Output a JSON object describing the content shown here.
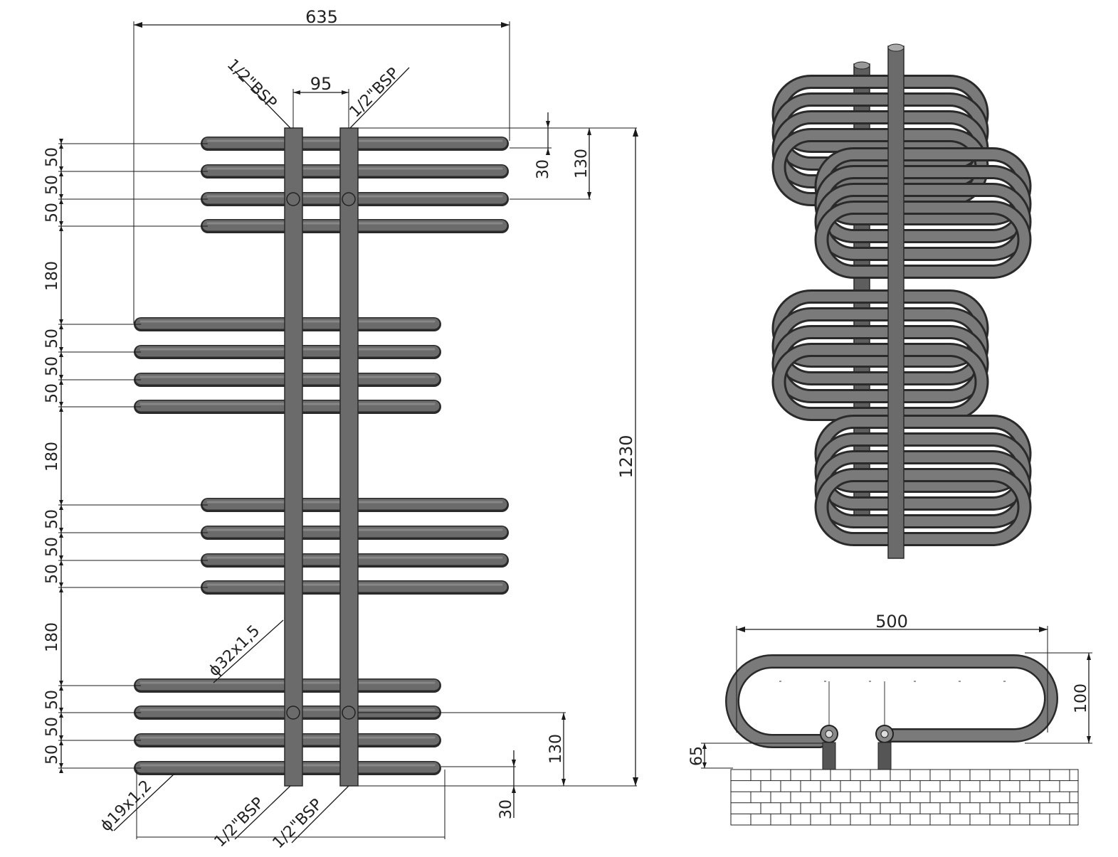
{
  "front": {
    "width": "635",
    "pipe_spacing": "95",
    "height": "1230",
    "top_inlet_left": "1/2\"BSP",
    "top_inlet_right": "1/2\"BSP",
    "bottom_outlet_left": "1/2\"BSP",
    "bottom_outlet_right": "1/2\"BSP",
    "bar_pitch": "50",
    "group_gap": "180",
    "top_offset": "30",
    "top_connection": "130",
    "bottom_connection": "130",
    "bottom_offset": "30",
    "vertical_tube": "ϕ32x1,5",
    "horizontal_tube": "ϕ19x1,2"
  },
  "plan": {
    "width": "500",
    "depth": "100",
    "wall_offset": "65"
  },
  "colors": {
    "tube": "#6b6b6b",
    "tube_highlight": "#7a7a7a",
    "line": "#1a1a1a"
  }
}
